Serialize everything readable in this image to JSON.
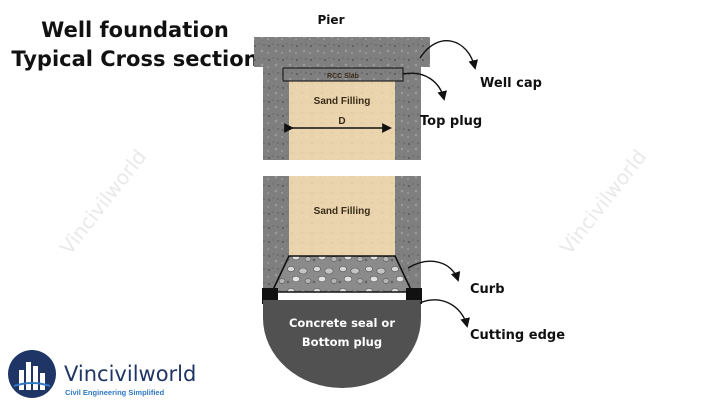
{
  "title": {
    "line1": "Well foundation",
    "line2": "Typical Cross section"
  },
  "labels": {
    "pier": "Pier",
    "rcc_slab": "RCC Slab",
    "sand_filling_top": "Sand Filling",
    "diameter": "D",
    "sand_filling_bottom": "Sand Filling",
    "seal_line1": "Concrete seal or",
    "seal_line2": "Bottom plug"
  },
  "callouts": {
    "well_cap": "Well cap",
    "top_plug": "Top plug",
    "curb": "Curb",
    "cutting_edge": "Cutting edge"
  },
  "watermark": "Vincivilworld",
  "brand": {
    "name": "Vincivilworld",
    "tagline": "Civil Engineering Simplified"
  },
  "colors": {
    "concrete": "#7d7d7d",
    "sand": "#e8d3ad",
    "seal": "#505050",
    "brand_blue": "#1f3565"
  }
}
